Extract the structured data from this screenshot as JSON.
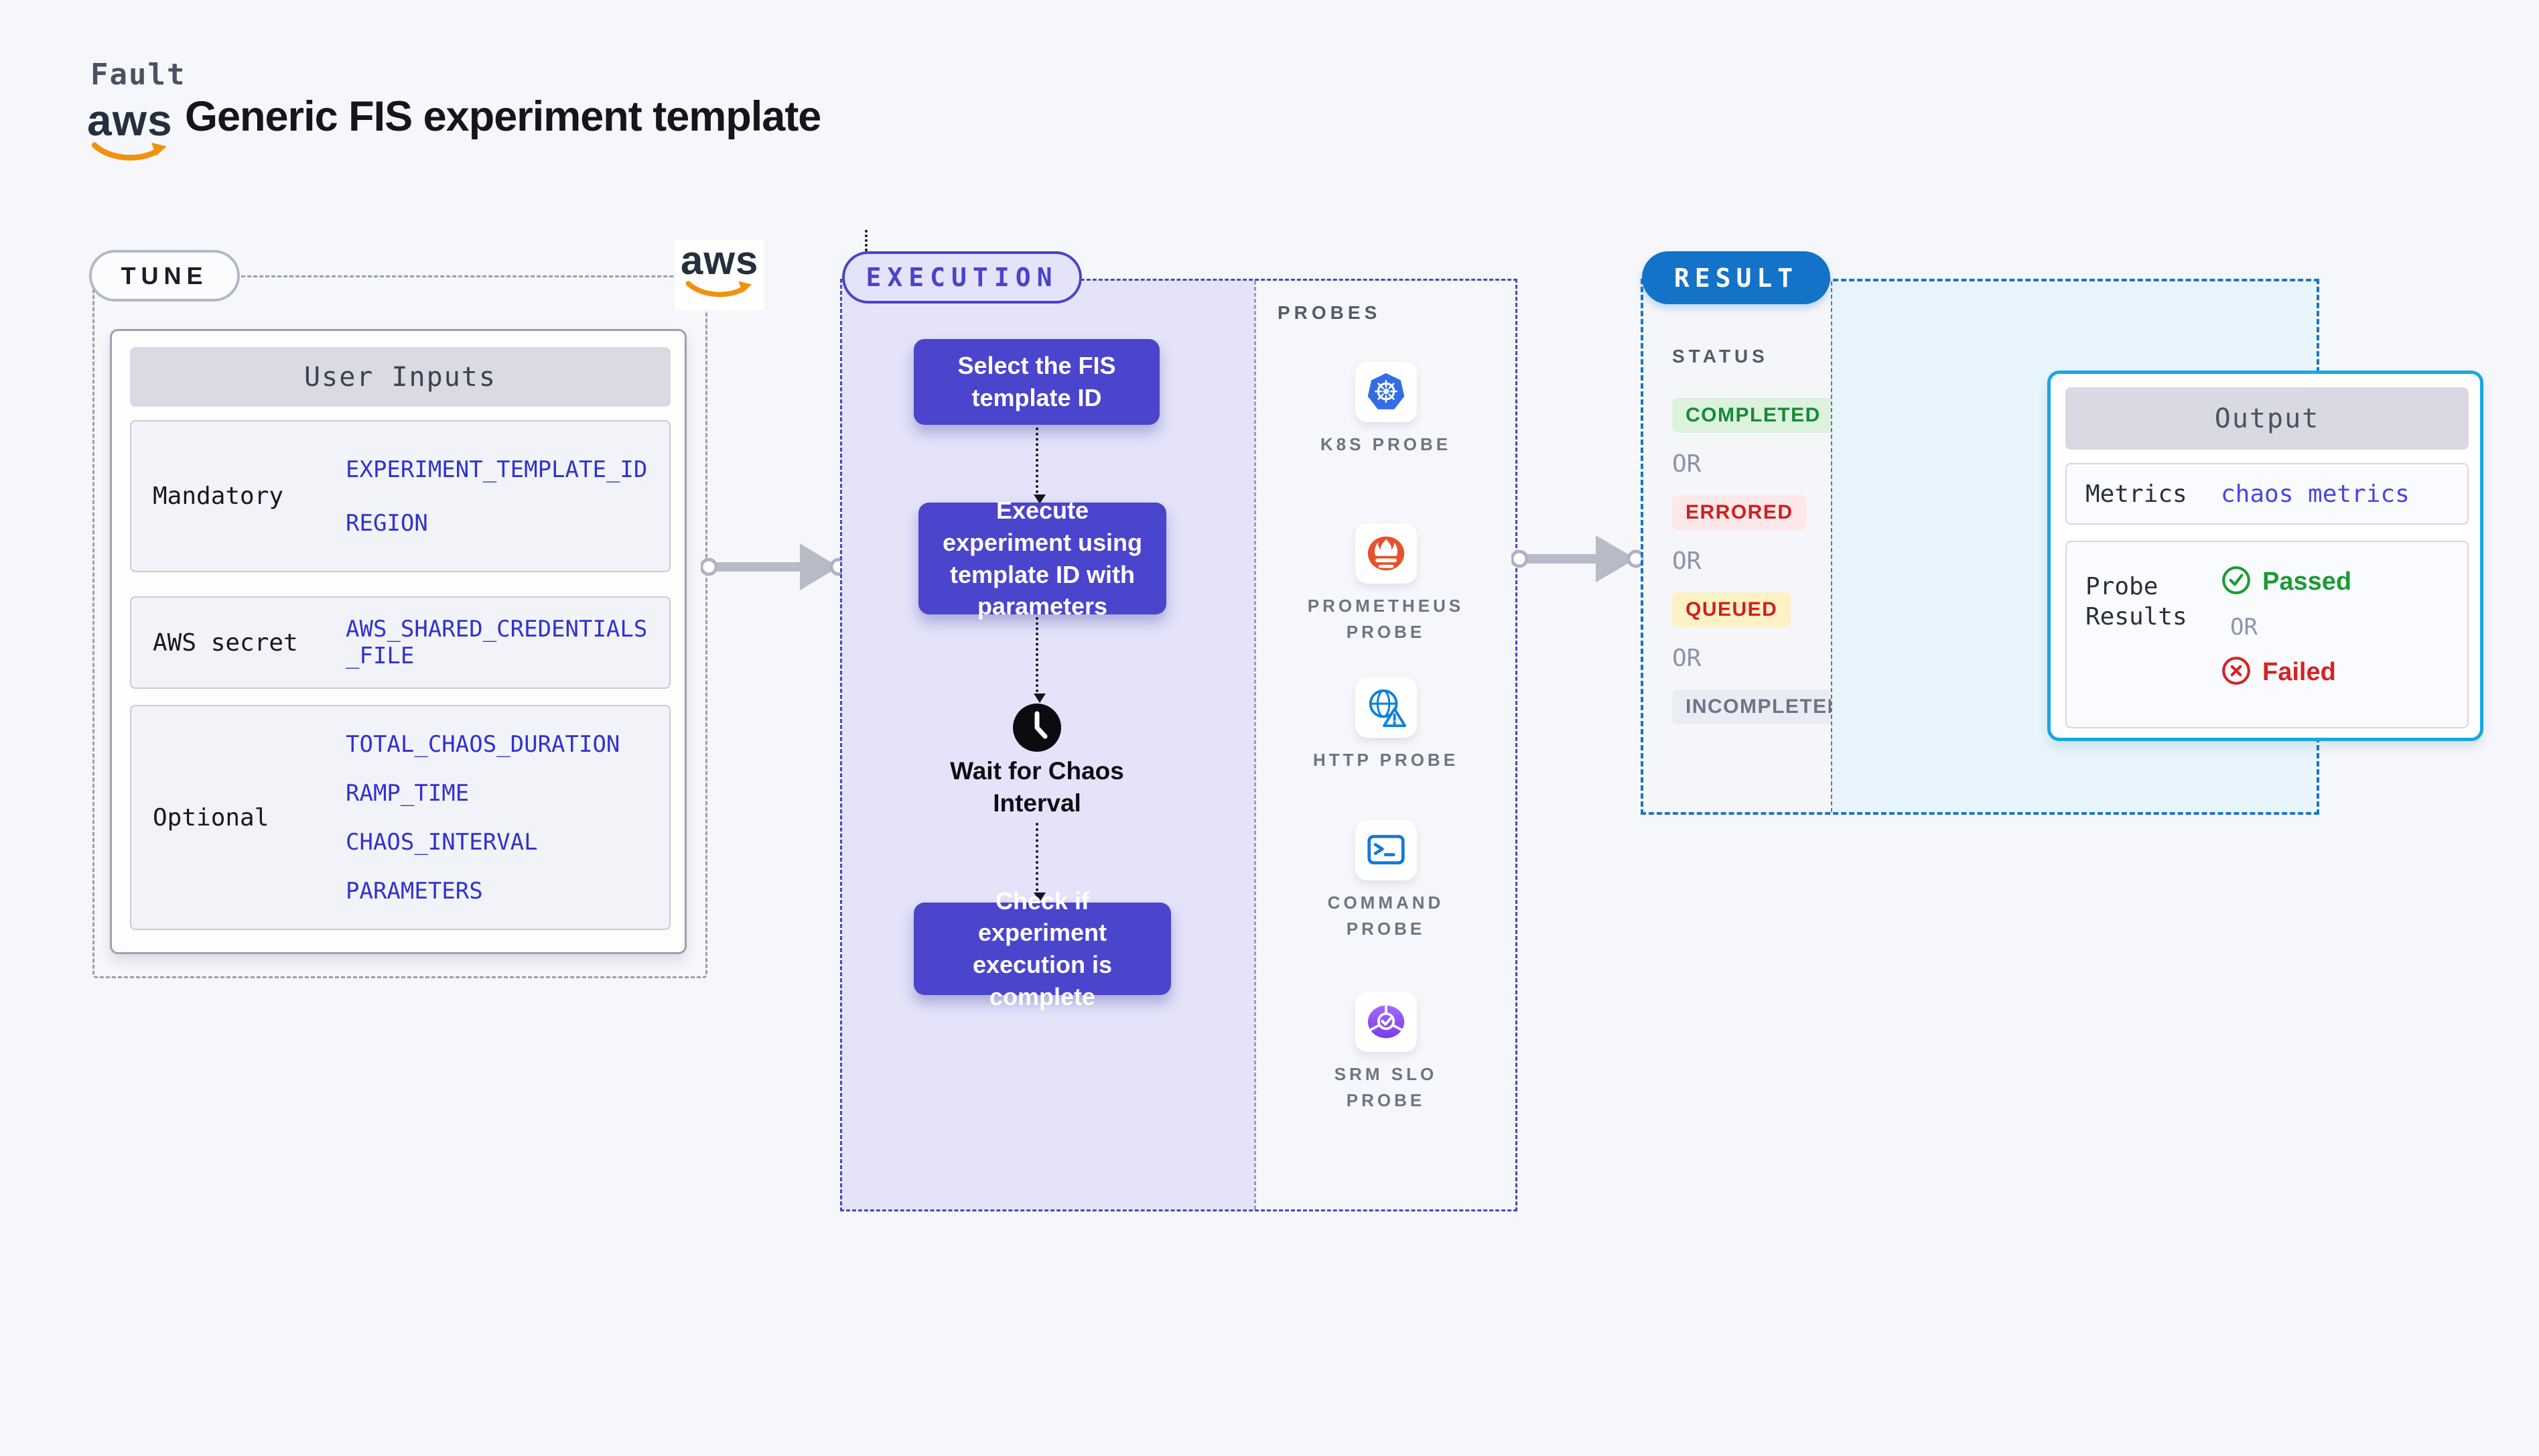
{
  "header": {
    "brand": "Fault",
    "title": "Generic FIS experiment template",
    "aws_text": "aws"
  },
  "tune": {
    "badge": "TUNE",
    "card_title": "User Inputs",
    "rows": [
      {
        "label": "Mandatory",
        "values": [
          "EXPERIMENT_TEMPLATE_ID",
          "REGION"
        ]
      },
      {
        "label": "AWS secret",
        "values": [
          "AWS_SHARED_CREDENTIALS_FILE"
        ]
      },
      {
        "label": "Optional",
        "values": [
          "TOTAL_CHAOS_DURATION",
          "RAMP_TIME",
          "CHAOS_INTERVAL",
          "PARAMETERS"
        ]
      }
    ]
  },
  "execution": {
    "badge": "EXECUTION",
    "steps": [
      "Select the FIS template ID",
      "Execute experiment using template ID with parameters"
    ],
    "wait_label": "Wait for Chaos Interval",
    "final_step": "Check if experiment execution is complete"
  },
  "probes": {
    "title": "PROBES",
    "items": [
      {
        "label": "K8S PROBE",
        "icon": "kubernetes-icon"
      },
      {
        "label": "PROMETHEUS PROBE",
        "icon": "prometheus-icon"
      },
      {
        "label": "HTTP PROBE",
        "icon": "globe-warning-icon"
      },
      {
        "label": "COMMAND PROBE",
        "icon": "terminal-icon"
      },
      {
        "label": "SRM SLO PROBE",
        "icon": "slo-pie-check-icon"
      }
    ]
  },
  "result": {
    "badge": "RESULT",
    "status_title": "STATUS",
    "or_label": "OR",
    "statuses": [
      {
        "label": "COMPLETED",
        "text_color": "#168a35",
        "bg": "#dcf2dd"
      },
      {
        "label": "ERRORED",
        "text_color": "#cc2121",
        "bg": "#fce8e8"
      },
      {
        "label": "QUEUED",
        "text_color": "#cc2121",
        "bg": "#fdf1c6"
      },
      {
        "label": "INCOMPLETED",
        "text_color": "#6d7487",
        "bg": "#eaecf3"
      }
    ],
    "output": {
      "title": "Output",
      "metrics_label": "Metrics",
      "metrics_value": "chaos metrics",
      "probe_results_label": "Probe Results",
      "passed_label": "Passed",
      "failed_label": "Failed"
    }
  },
  "colors": {
    "canvas_bg": "#f6f7fb",
    "accent_indigo": "#4a44c9",
    "flow_box_purple": "#4b44cc",
    "flow_panel_bg": "#e4e3fa",
    "result_blue": "#1273c8",
    "output_border_cyan": "#16a8e2",
    "result_panel_bg": "#e9f5fc",
    "value_blue": "#3032cf",
    "link_indigo": "#4845e6",
    "passed_green": "#1a9c33",
    "failed_red": "#d62323",
    "arrow_grey": "#b9bac8",
    "chaos_pink": "#fb5c96",
    "aws_orange": "#f2910f",
    "aws_navy": "#252f3e"
  },
  "icons": {
    "clock": "clock-filled-icon",
    "chaos": "chaos-triangle-icon",
    "aws": "aws-smile-logo",
    "passed": "circle-check-icon",
    "failed": "circle-x-icon"
  }
}
